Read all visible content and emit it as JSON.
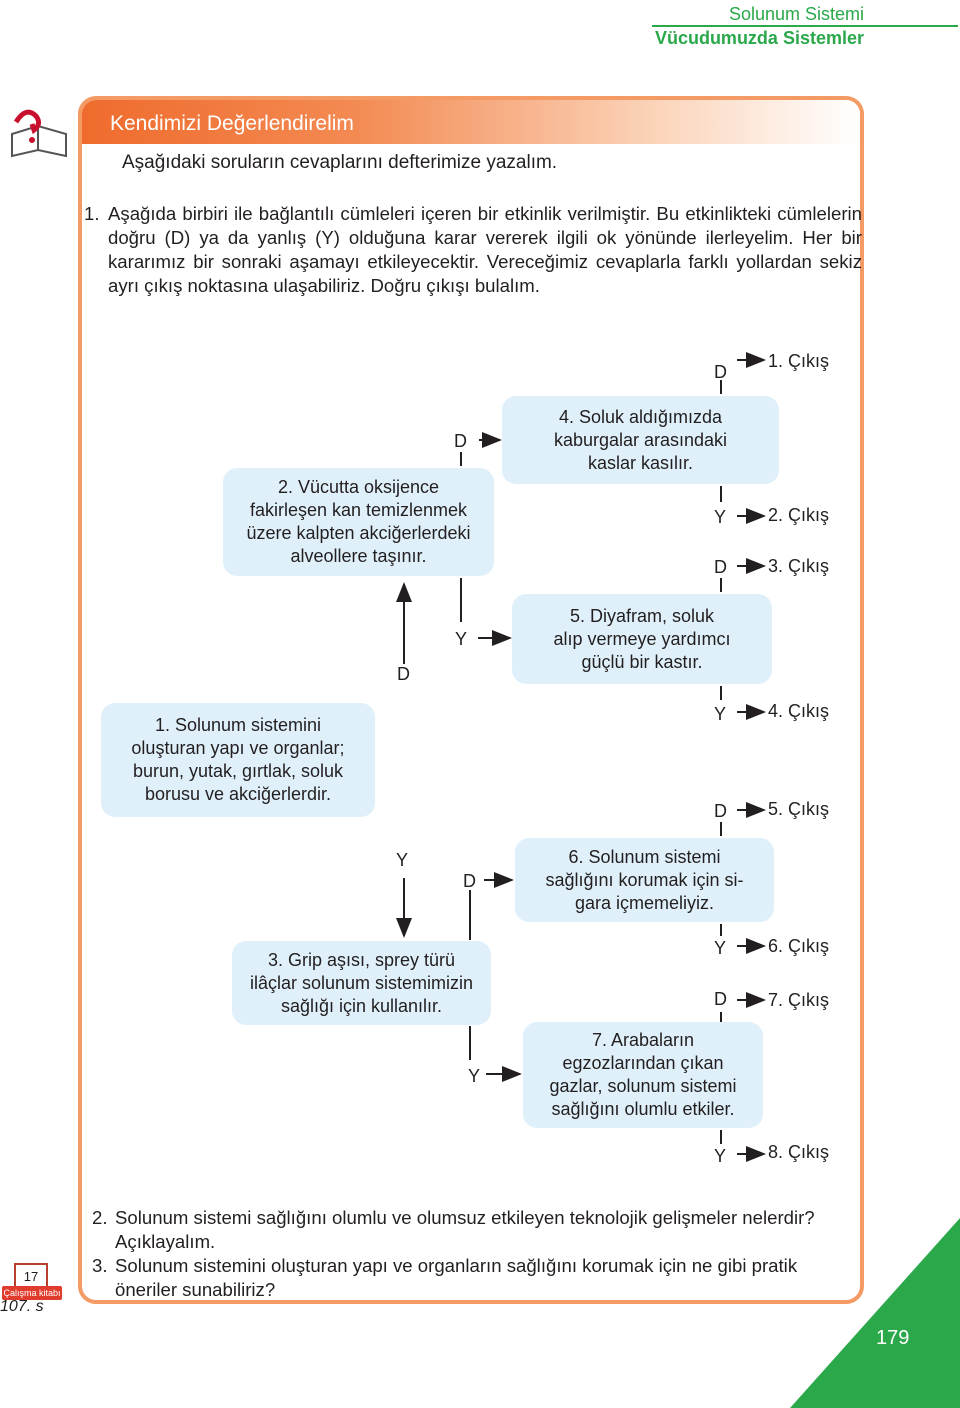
{
  "header": {
    "line1": "Solunum Sistemi",
    "line2": "Vücudumuzda Sistemler"
  },
  "banner": {
    "title": "Kendimizi Değerlendirelim"
  },
  "intro": "Aşağıdaki soruların cevaplarını defterimize yazalım.",
  "question1": {
    "number": "1.",
    "text": "Aşağıda birbiri ile bağlantılı cümleleri içeren bir etkinlik verilmiştir. Bu etkinlikteki cümlelerin doğru (D) ya da yanlış (Y) olduğuna karar vererek ilgili ok yönünde ilerleyelim. Her bir kararımız bir sonraki aşamayı etkileyecektir. Vereceğimiz cevaplarla farklı yollardan sekiz ayrı çıkış noktasına ulaşabiliriz. Doğru çıkışı bulalım."
  },
  "flow": {
    "boxes": {
      "b1": [
        "1. Solunum sistemini",
        "oluşturan yapı ve organlar;",
        "burun, yutak, gırtlak, soluk",
        "borusu ve akciğerlerdir."
      ],
      "b2": [
        "2. Vücutta oksijence",
        "fakirleşen kan temizlenmek",
        "üzere kalpten akciğerlerdeki",
        "alveollere taşınır."
      ],
      "b3": [
        "3. Grip aşısı, sprey türü",
        "ilâçlar solunum sistemimizin",
        "sağlığı için kullanılır."
      ],
      "b4": [
        "4. Soluk aldığımızda",
        "kaburgalar arasındaki",
        "kaslar kasılır."
      ],
      "b5": [
        "5. Diyafram, soluk",
        "alıp vermeye yardımcı",
        "güçlü bir kastır."
      ],
      "b6": [
        "6. Solunum sistemi",
        "sağlığını korumak için si-",
        "gara içmemeliyiz."
      ],
      "b7": [
        "7. Arabaların",
        "egzozlarından çıkan",
        "gazlar, solunum sistemi",
        "sağlığını olumlu etkiler."
      ]
    },
    "true_label": "D",
    "false_label": "Y",
    "exits": [
      "1. Çıkış",
      "2. Çıkış",
      "3. Çıkış",
      "4. Çıkış",
      "5. Çıkış",
      "6. Çıkış",
      "7. Çıkış",
      "8. Çıkış"
    ]
  },
  "questions_more": [
    {
      "number": "2.",
      "text": "Solunum sistemi sağlığını olumlu ve olumsuz etkileyen teknolojik gelişmeler nelerdir? Açıklayalım."
    },
    {
      "number": "3.",
      "text": "Solunum sistemini oluşturan yapı ve organların sağlığını korumak için ne gibi pratik öneriler sunabiliriz?"
    }
  ],
  "workbook": {
    "badge": "17",
    "label": "Çalışma kitabı",
    "page": "107. s"
  },
  "page_number": "179",
  "colors": {
    "accent_green": "#2aa84a",
    "accent_orange": "#f49a64",
    "box_fill": "#dff0fa"
  }
}
